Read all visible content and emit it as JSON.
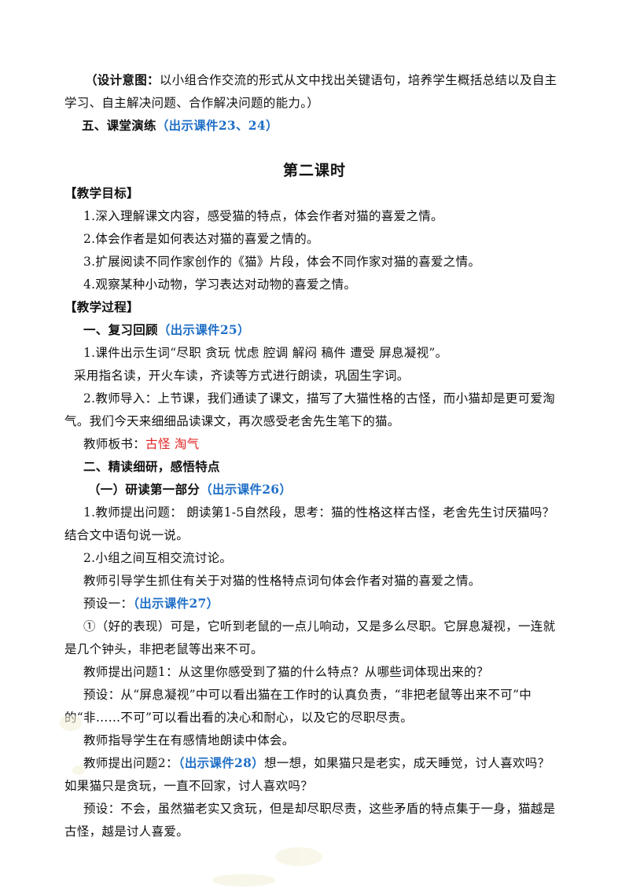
{
  "p1_label": "（设计意图：",
  "p1_text_a": "以小组合作交流的形式从文中找出关键语句，培养学生概括总结以及自主",
  "p1_text_b": "学习、自主解决问题、合作解决问题的能力。）",
  "s5_title": "五、课堂演练",
  "s5_ref": "（出示课件23、24）",
  "lesson_title": "第二课时",
  "goals_header": "【教学目标】",
  "goals": [
    "1.深入理解课文内容，感受猫的特点，体会作者对猫的喜爱之情。",
    "2.体会作者是如何表达对猫的喜爱之情的。",
    "3.扩展阅读不同作家创作的《猫》片段，体会不同作家对猫的喜爱之情。",
    "4.观察某种小动物，学习表达对动物的喜爱之情。"
  ],
  "process_header": "【教学过程】",
  "sec1_title": "一、复习回顾",
  "sec1_ref": "（出示课件25）",
  "sec1_p1": "1.课件出示生词“尽职 贪玩 忧虑 腔调 解闷 稿件 遭受 屏息凝视”。",
  "sec1_p2": "采用指名读，开火车读，齐读等方式进行朗读，巩固生字词。",
  "sec1_p3a": "2.教师导入：上节课，我们通读了课文，描写了大猫性格的古怪，而小猫却是更可爱淘",
  "sec1_p3b": "气。我们今天来细细品读课文，再次感受老舍先生笔下的猫。",
  "board_label": "教师板书：",
  "board_words": "古怪  淘气",
  "sec2_title": "二、精读细研，感悟特点",
  "sub1_title": "（一）研读第一部分",
  "sub1_ref": "（出示课件26）",
  "q1a": "1.教师提出问题：  朗读第1-5自然段，思考：猫的性格这样古怪，老舍先生讨厌猫吗？",
  "q1b": "结合文中语句说一说。",
  "q2": "2.小组之间互相交流讨论。",
  "guide": "教师引导学生抓住有关于对猫的性格特点词句体会作者对猫的喜爱之情。",
  "preset1_label": "预设一：",
  "preset1_ref": "（出示课件27）",
  "quote_a": "①（好的表现）可是，它听到老鼠的一点儿响动，又是多么尽职。它屏息凝视，一连就",
  "quote_b": "是几个钟头，非把老鼠等出来不可。",
  "ask1": "教师提出问题1：从这里你感受到了猫的什么特点？从哪些词体现出来的？",
  "ans1a": "预设：从“屏息凝视”中可以看出猫在工作时的认真负责，“非把老鼠等出来不可”中",
  "ans1b": "的“非……不可”可以看出看的决心和耐心，以及它的尽职尽责。",
  "guide2": "教师指导学生在有感情地朗读中体会。",
  "ask2_label": "教师提出问题2：",
  "ask2_ref": "（出示课件28）",
  "ask2_text": "想一想，如果猫只是老实，成天睡觉，讨人喜欢吗？",
  "ask2_b": "如果猫只是贪玩，一直不回家，讨人喜欢吗？",
  "ans2a": "预设：不会，虽然猫老实又贪玩，但是却尽职尽责，这些矛盾的特点集于一身，猫越是",
  "ans2b": "古怪，越是讨人喜爱。"
}
